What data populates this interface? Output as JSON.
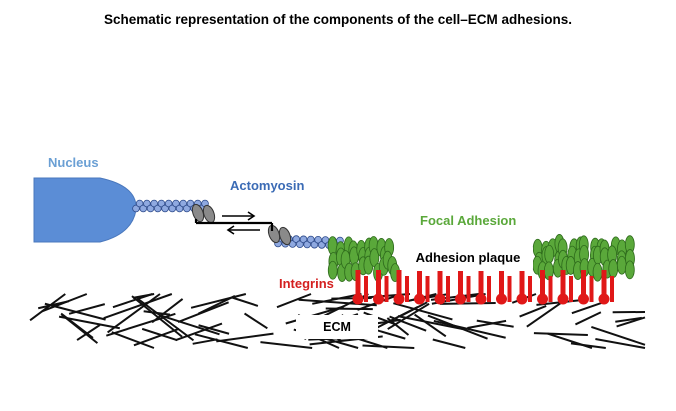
{
  "title": "Schematic representation of the components of the cell–ECM adhesions.",
  "labels": {
    "nucleus": "Nucleus",
    "actomyosin": "Actomyosin",
    "focal_adhesion": "Focal Adhesion",
    "integrins": "Integrins",
    "adhesion_plaque": "Adhesion plaque",
    "ecm": "ECM"
  },
  "colors": {
    "nucleus": "#5b8dd6",
    "actin_bead": "#8fa9e0",
    "myosin": "#7a7a7a",
    "focal_adhesion": "#5aa83a",
    "integrin": "#e01818",
    "ecm_fiber": "#111111"
  }
}
